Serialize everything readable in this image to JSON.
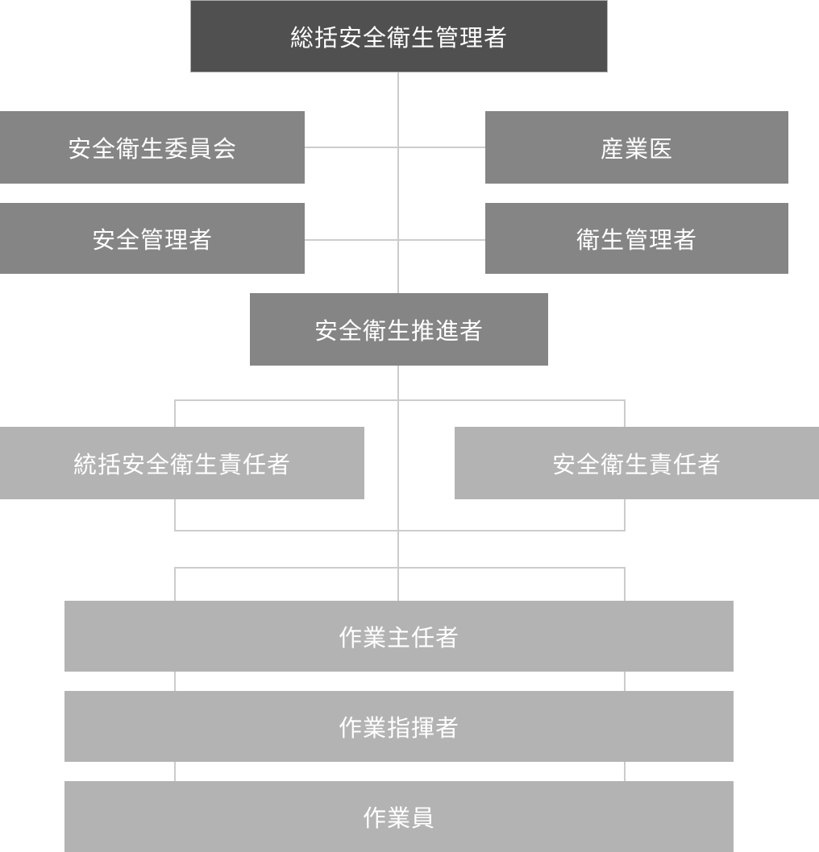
{
  "org_chart": {
    "top": "総括安全衛生管理者",
    "committee": "安全衛生委員会",
    "industrial_physician": "産業医",
    "safety_manager": "安全管理者",
    "health_manager": "衛生管理者",
    "promoter": "安全衛生推進者",
    "general_responsible": "統括安全衛生責任者",
    "responsible": "安全衛生責任者",
    "work_chief": "作業主任者",
    "work_leader": "作業指揮者",
    "worker": "作業員"
  },
  "colors": {
    "level_1": "#505050",
    "level_2": "#858585",
    "level_3": "#b3b3b3",
    "connector": "#cccccc",
    "text": "#ffffff"
  }
}
